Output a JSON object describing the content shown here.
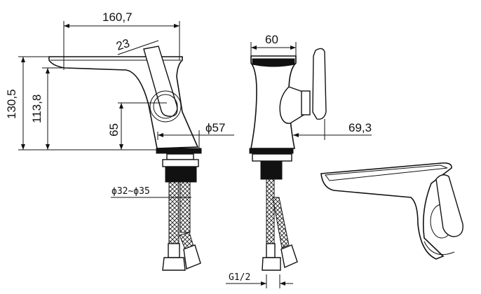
{
  "title": "Basin mixer technical drawing",
  "views": {
    "side": {
      "dims": {
        "spout_length": "160,7",
        "handle_width": "23",
        "total_height": "130,5",
        "spout_height": "113,8",
        "handle_axis_height": "65",
        "base_diameter": "ϕ57",
        "hole_diameter": "ϕ32~ϕ35"
      }
    },
    "front": {
      "dims": {
        "body_width": "60",
        "handle_depth": "69,3",
        "connection_thread": "G1/2"
      }
    },
    "perspective": {}
  },
  "colors": {
    "line": "#111111",
    "background": "#ffffff"
  }
}
